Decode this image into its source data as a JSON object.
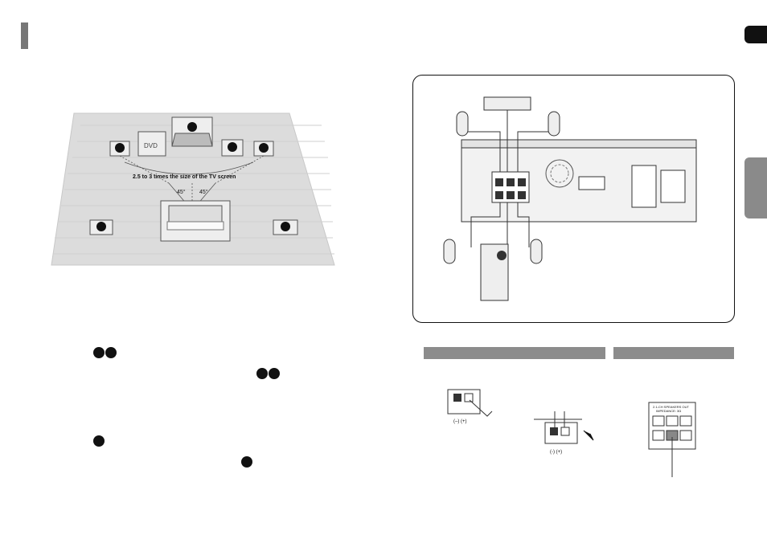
{
  "layout_diagram": {
    "dvd_label": "DVD",
    "distance_text": "2.5 to 3 times the size of the TV screen",
    "angle_left": "45°",
    "angle_right": "45°"
  },
  "terminal": {
    "minus_plus_label": "(–) (+)",
    "minus_plus_label_2": "(-)  (+)",
    "panel_title_line1": "2.1-CH SPEAKERS OUT",
    "panel_title_line2": "IMPEDANCE: 3Ω"
  },
  "colors": {
    "header_bar": "#777777",
    "section_bar": "#8c8c8c",
    "side_tab": "#8a8a8a",
    "floor": "#dcdcdc"
  }
}
